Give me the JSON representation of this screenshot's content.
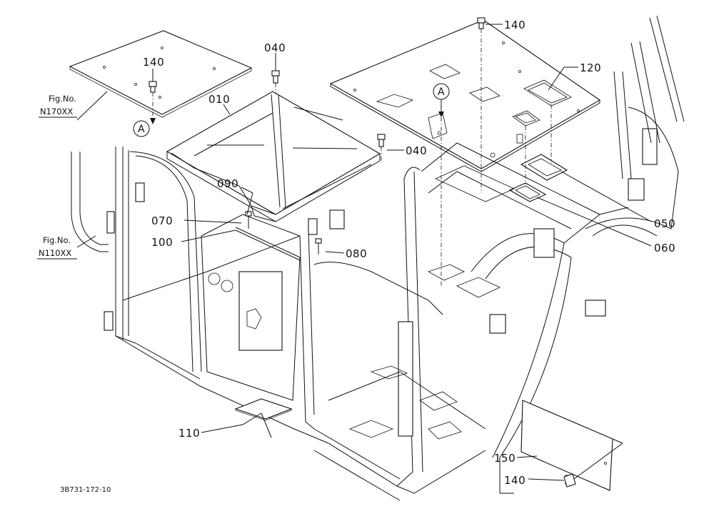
{
  "diagram": {
    "drawing_code": "3B731-172-10",
    "callouts": [
      {
        "id": "c140a",
        "text": "140"
      },
      {
        "id": "c040a",
        "text": "040"
      },
      {
        "id": "c140b",
        "text": "140"
      },
      {
        "id": "c120",
        "text": "120"
      },
      {
        "id": "c010",
        "text": "010"
      },
      {
        "id": "c040b",
        "text": "040"
      },
      {
        "id": "c090",
        "text": "090"
      },
      {
        "id": "c070",
        "text": "070"
      },
      {
        "id": "c100",
        "text": "100"
      },
      {
        "id": "c080",
        "text": "080"
      },
      {
        "id": "c050",
        "text": "050"
      },
      {
        "id": "c060",
        "text": "060"
      },
      {
        "id": "c110",
        "text": "110"
      },
      {
        "id": "c150",
        "text": "150"
      },
      {
        "id": "c140c",
        "text": "140"
      }
    ],
    "fig_refs": [
      {
        "id": "f170",
        "line1": "Fig.No.",
        "line2": "N170XX"
      },
      {
        "id": "f110",
        "line1": "Fig.No.",
        "line2": "N110XX"
      }
    ],
    "view_markers": [
      {
        "id": "ma",
        "text": "A"
      },
      {
        "id": "mb",
        "text": "A"
      }
    ]
  }
}
